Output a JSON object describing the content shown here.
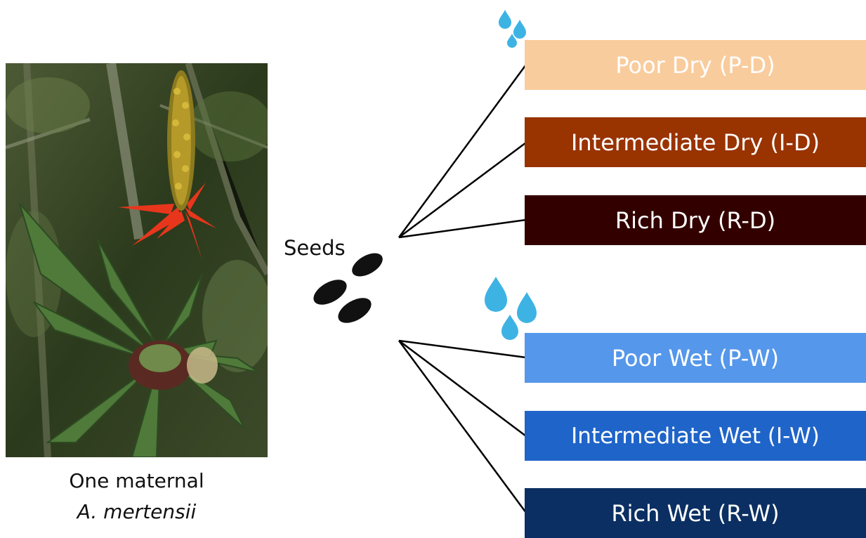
{
  "plant_photo": {
    "icon": "bromeliad-photo",
    "caption_line1": "One maternal",
    "caption_line2": "A. mertensii"
  },
  "seeds": {
    "label": "Seeds",
    "icon": "seed-icon"
  },
  "dry_group": {
    "icon": "water-drops-small-icon",
    "treatments": [
      {
        "label": "Poor Dry (P-D)",
        "color": "#f9cc9d"
      },
      {
        "label": "Intermediate Dry (I-D)",
        "color": "#993300"
      },
      {
        "label": "Rich Dry (R-D)",
        "color": "#330000"
      }
    ]
  },
  "wet_group": {
    "icon": "water-drops-large-icon",
    "treatments": [
      {
        "label": "Poor Wet (P-W)",
        "color": "#5597eb"
      },
      {
        "label": "Intermediate Wet (I-W)",
        "color": "#1f64c8"
      },
      {
        "label": "Rich Wet (R-W)",
        "color": "#0b2f62"
      }
    ]
  },
  "colors": {
    "drop": "#3db3e3",
    "seed": "#111111",
    "line": "#000000"
  }
}
